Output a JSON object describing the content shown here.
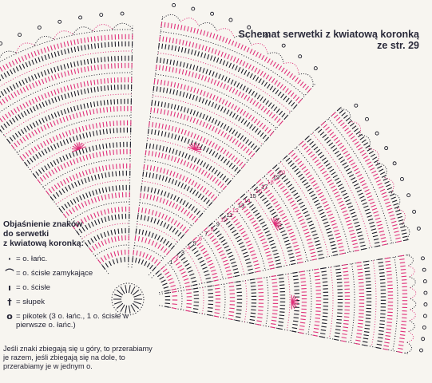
{
  "title": {
    "line1": "Schemat serwetki z kwiatową koronką",
    "line2": "ze str. 29"
  },
  "legend": {
    "heading_line1": "Objaśnienie znaków",
    "heading_line2": "do serwetki",
    "heading_line3": "z kwiatową koronką:",
    "items": [
      {
        "symbol": "·",
        "text": "= o. łańc."
      },
      {
        "symbol": "⌒",
        "text": "= o. ścisłe zamykające"
      },
      {
        "symbol": "ı",
        "text": "= o. ścisłe"
      },
      {
        "symbol": "†",
        "text": "= słupek"
      },
      {
        "symbol": "o",
        "text": "= pikotek (3 o. łańc., 1 o. ścisłe w pierwsze o. łańc.)"
      }
    ],
    "note": "Jeśli znaki zbiegają się u góry, to przerabiamy je razem, jeśli zbiegają się na dole, to przerabiamy je w jednym o."
  },
  "row_numbers": [
    "1",
    "2",
    "3",
    "4",
    "5",
    "6",
    "7",
    "8",
    "9",
    "10",
    "11",
    "12",
    "13",
    "14",
    "15",
    "16",
    "17",
    "18",
    "19",
    "20"
  ],
  "colors": {
    "pink": "#e0307a",
    "black": "#1c1c28",
    "background": "#f7f5f0"
  }
}
